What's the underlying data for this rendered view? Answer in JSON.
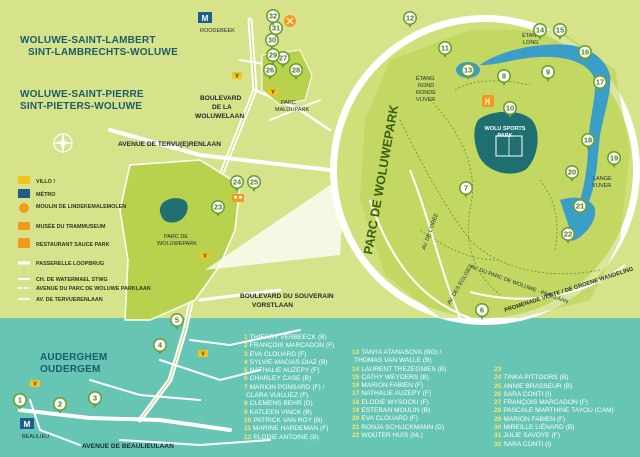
{
  "districts": {
    "lambert_1": "WOLUWE-SAINT-LAMBERT",
    "lambert_2": "SINT-LAMBRECHTS-WOLUWE",
    "pierre_1": "WOLUWE-SAINT-PIERRE",
    "pierre_2": "SINT-PIETERS-WOLUWE",
    "auderghem_1": "AUDERGHEM",
    "auderghem_2": "OUDERGEM"
  },
  "streets": {
    "boulevard_woluwe_1": "BOULEVARD",
    "boulevard_woluwe_2": "DE LA",
    "boulevard_woluwe_3": "WOLUWELAAN",
    "tervuren": "AVENUE DE TERVU(E)RENLAAN",
    "souverain_1": "BOULEVARD DU SOUVERAIN",
    "souverain_2": "VORSTLAAN",
    "beaulieu_avenue": "AVENUE DE BEAULIEULAAN",
    "roodebeek": "ROODEBEEK",
    "beaulieu_metro": "BEAULIEU",
    "parc_malou_1": "PARC",
    "parc_malou_2": "MALOUPARK",
    "parc_woluwe_small_1": "PARC DE",
    "parc_woluwe_small_2": "WOLUWEPARK"
  },
  "inset": {
    "title": "PARC DE WOLUWEPARK",
    "etang_rond_1": "ÉTANG",
    "etang_rond_2": "ROND",
    "etang_rond_3": "RONDE",
    "etang_rond_4": "VIJVER",
    "etang_long_1": "ÉTANG",
    "etang_long_2": "LONG",
    "lange_1": "LANGE",
    "lange_2": "VIJVER",
    "sports_1": "WOLU SPORTS",
    "sports_2": "PARK",
    "promenade": "PROMENADE VERTE / DE GROENE WANDELING",
    "path_1": "AV. DE L'ORÉE",
    "path_2": "AV. DU PARC DE WOLUWE · PARKLAAN",
    "path_3": "AV. DES EGLISES"
  },
  "legend": [
    {
      "icon": "bicycle-icon",
      "label": "VILLO !"
    },
    {
      "icon": "metro-icon",
      "label": "MÉTRO"
    },
    {
      "icon": "mill-icon",
      "label": "MOULIN DE LINDEKEMALEMOLEN"
    },
    {
      "icon": "tram-museum-icon",
      "label": "MUSÉE DU TRAMMUSEUM"
    },
    {
      "icon": "restaurant-icon",
      "label": "RESTAURANT SAUCE PARK"
    },
    {
      "icon": "footbridge-icon",
      "label": "PASSERELLE LOOPBRUG"
    },
    {
      "icon": "road-line-icon",
      "label": "CH. DE WATERMAEL STWG"
    },
    {
      "icon": "road-line-icon",
      "label": "AVENUE DU PARC DE WOLUWE PARKLAAN"
    },
    {
      "icon": "road-line-icon",
      "label": "AV. DE TERVUERENLAAN"
    }
  ],
  "metro": "M",
  "villo": "V",
  "pins": {
    "p1": "1",
    "p2": "2",
    "p3": "3",
    "p4": "4",
    "p5": "5",
    "p6": "6",
    "p7": "7",
    "p8": "8",
    "p9": "9",
    "p10": "10",
    "p11": "11",
    "p12": "12",
    "p13": "13",
    "p14": "14",
    "p15": "15",
    "p16": "16",
    "p17": "17",
    "p18": "18",
    "p19": "19",
    "p20": "20",
    "p21": "21",
    "p22": "22",
    "p23": "23",
    "p24": "24",
    "p25": "25",
    "p26": "26",
    "p27": "27",
    "p28": "28",
    "p29": "29",
    "p30": "30",
    "p31": "31",
    "p32": "32"
  },
  "names": [
    {
      "n": "1",
      "t": "THIERRY VERBEECK (B)"
    },
    {
      "n": "2",
      "t": "FRANÇOIS MARCADON (F)"
    },
    {
      "n": "3",
      "t": "EVA CLOUARD (F)"
    },
    {
      "n": "4",
      "t": "SYLVIE-MACIAS-DIAZ (B)"
    },
    {
      "n": "5",
      "t": "NATHALIE AUZEPY (F)"
    },
    {
      "n": "6",
      "t": "CHARLEY CASE (B)"
    },
    {
      "n": "7",
      "t": "MARION PONSARD (F) /"
    },
    {
      "n": "",
      "t": "CLARA VUILLIEZ (F)"
    },
    {
      "n": "8",
      "t": "CLEMENS BEHR (D)"
    },
    {
      "n": "9",
      "t": "KATLEEN VINCK (B)"
    },
    {
      "n": "10",
      "t": "PATRICK VAN ROY (B)"
    },
    {
      "n": "11",
      "t": "MARINE HARDEMAN (F)"
    },
    {
      "n": "12",
      "t": "ELODIE ANTOINE (B)"
    },
    {
      "n": "13",
      "t": "TANYA ATANASOVA (BG) /"
    },
    {
      "n": "",
      "t": "THOMAS VAN WALLE (B)"
    },
    {
      "n": "14",
      "t": "LAURENT TREZEGNIES (B)"
    },
    {
      "n": "15",
      "t": "CATHY WEYDERS (B)"
    },
    {
      "n": "16",
      "t": "MARION FABIEN (F)"
    },
    {
      "n": "17",
      "t": "NATHALIE AUZEPY (F)"
    },
    {
      "n": "18",
      "t": "ELODIE WYSOCKI (F)"
    },
    {
      "n": "19",
      "t": "ESTEBAN MOULIN (B)"
    },
    {
      "n": "20",
      "t": "EVA CLOUARD (F)"
    },
    {
      "n": "21",
      "t": "RONJA SCHLICKMANN (D)"
    },
    {
      "n": "22",
      "t": "WOUTER HUIS (NL)"
    },
    {
      "n": "23",
      "t": ""
    },
    {
      "n": "24",
      "t": "TINKA PITTOORS (B)"
    },
    {
      "n": "25",
      "t": "ANNIE BRASSEUR (B)"
    },
    {
      "n": "26",
      "t": "SARA CONTI (I)"
    },
    {
      "n": "27",
      "t": "FRANÇOIS MARCADON (F)"
    },
    {
      "n": "28",
      "t": "PASCALE MARTHINE TAYOU (CAM)"
    },
    {
      "n": "29",
      "t": "MARION FABIEN (F)"
    },
    {
      "n": "30",
      "t": "MIREILLE LIÉNARD (B)"
    },
    {
      "n": "31",
      "t": "JULIE SAVOYE (F)"
    },
    {
      "n": "32",
      "t": "SARA CONTI (I)"
    }
  ],
  "colors": {
    "map_green": "#cfe07a",
    "park_green": "#b8d24e",
    "teal_band": "#63c3b3",
    "water": "#3b9ec9",
    "pin_green": "#6aa02c",
    "accent_orange": "#f39a1e",
    "text_dark": "#1b5b6b"
  }
}
